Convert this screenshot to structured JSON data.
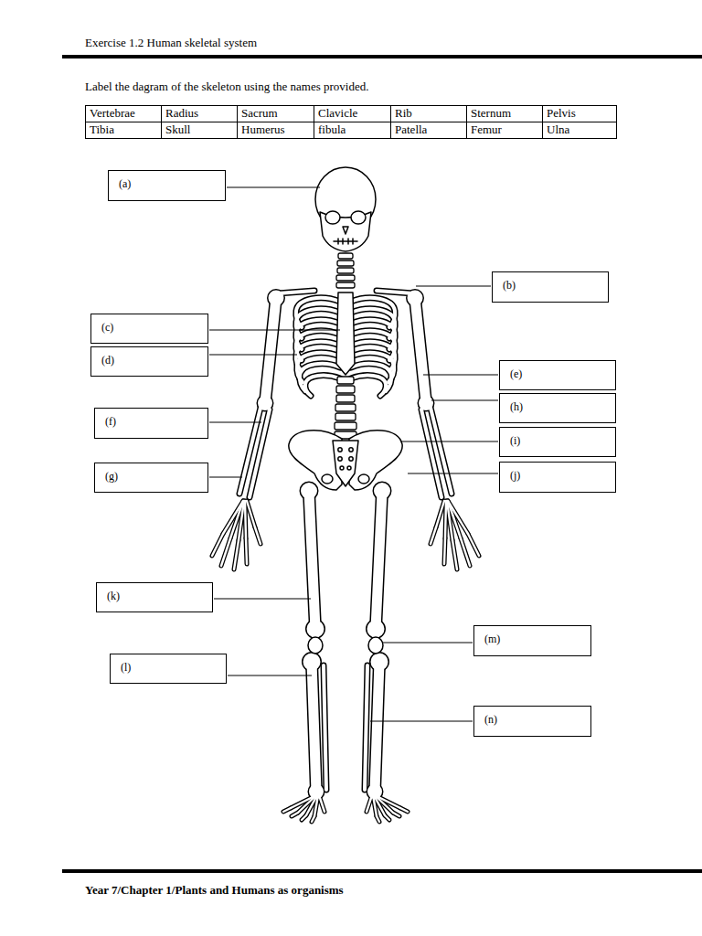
{
  "diagram": {
    "title": "Exercise 1.2 Human skeletal system",
    "nodes": [
      {
        "text": [
          "(a)"
        ]
      },
      {
        "text": [
          "(b)"
        ]
      },
      {
        "text": [
          "(c)"
        ]
      },
      {
        "text": [
          "(d)"
        ]
      },
      {
        "text": [
          "(e)"
        ]
      },
      {
        "text": [
          "(f)"
        ]
      },
      {
        "text": [
          "(g)"
        ]
      },
      {
        "text": [
          "(h)"
        ]
      },
      {
        "text": [
          "(i)"
        ]
      },
      {
        "text": [
          "(j)"
        ]
      },
      {
        "text": [
          "(k)"
        ]
      },
      {
        "text": [
          "(l)"
        ]
      },
      {
        "text": [
          "(m)"
        ]
      },
      {
        "text": [
          "(n)"
        ]
      }
    ],
    "labels": [
      "Label the dagram of the skeleton using the names provided.",
      "Vertebrae",
      "Radius",
      "Sacrum",
      "Clavicle",
      "Rib",
      "Sternum",
      "Pelvis",
      "Tibia",
      "Skull",
      "Humerus",
      "fibula",
      "Patella",
      "Femur",
      "Ulna",
      "Year 7/Chapter 1/Plants and Humans as organisms"
    ]
  }
}
